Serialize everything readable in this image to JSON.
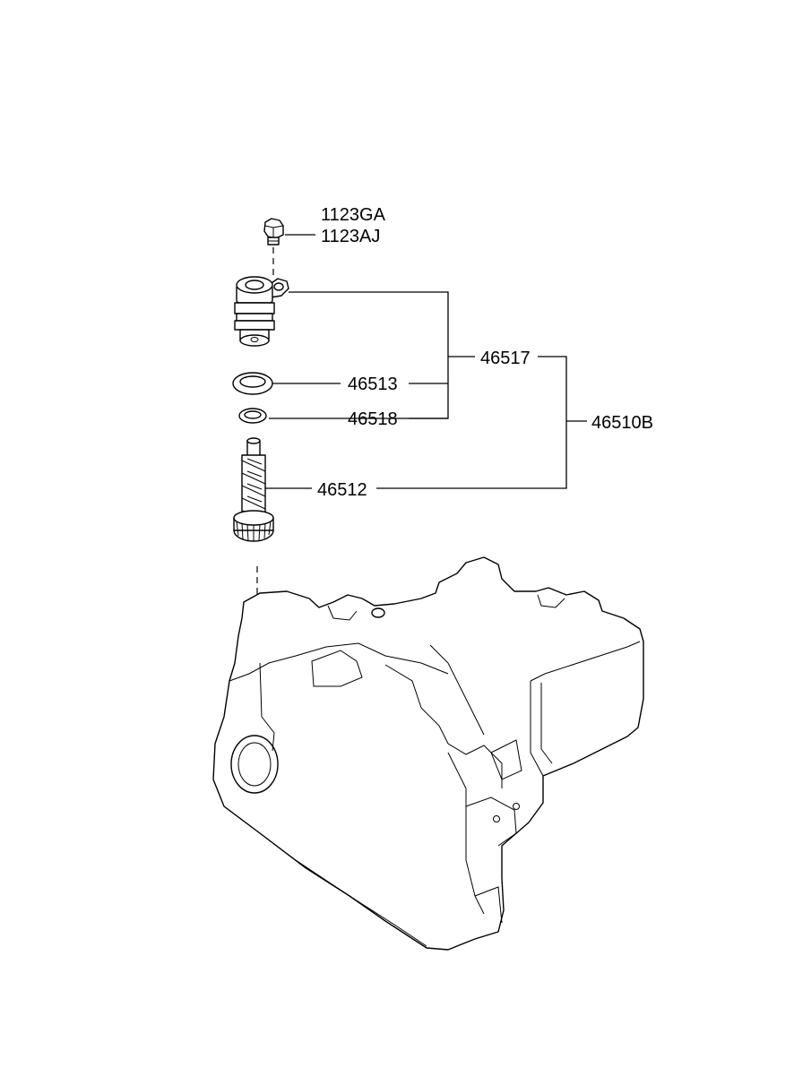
{
  "parts": {
    "bolt_a": "1123GA",
    "bolt_b": "1123AJ",
    "sensor_assembly": "46517",
    "seal_ring": "46513",
    "o_ring": "46518",
    "driven_gear": "46512",
    "speedometer_assembly": "46510B"
  }
}
